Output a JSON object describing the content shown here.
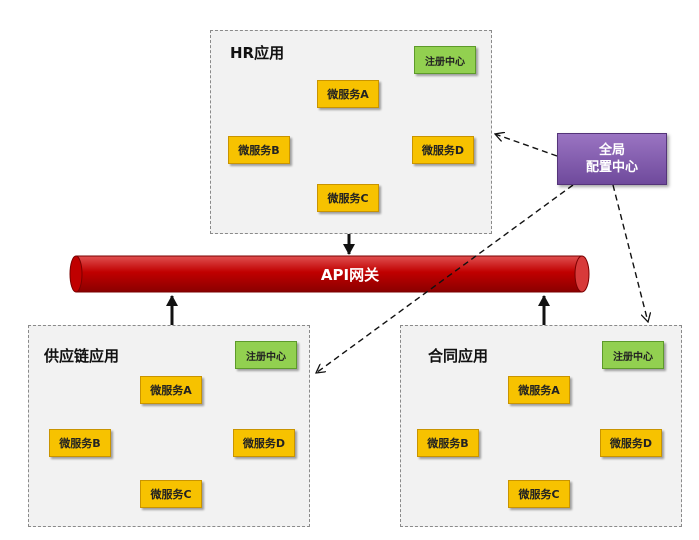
{
  "gateway": {
    "label": "API网关"
  },
  "global_config": {
    "line1": "全局",
    "line2": "配置中心"
  },
  "apps": [
    {
      "key": "hr",
      "title": "HR应用",
      "registry_label": "注册中心",
      "services": {
        "A": "微服务A",
        "B": "微服务B",
        "C": "微服务C",
        "D": "微服务D"
      }
    },
    {
      "key": "supply",
      "title": "供应链应用",
      "registry_label": "注册中心",
      "services": {
        "A": "微服务A",
        "B": "微服务B",
        "C": "微服务C",
        "D": "微服务D"
      }
    },
    {
      "key": "contract",
      "title": "合同应用",
      "registry_label": "注册中心",
      "services": {
        "A": "微服务A",
        "B": "微服务B",
        "C": "微服务C",
        "D": "微服务D"
      }
    }
  ],
  "colors": {
    "service_fill": "#f7c200",
    "registry_fill": "#92d050",
    "gateway_fill": "#c00000",
    "config_fill": "#7b58a8",
    "registration_arrow": "#e07b39"
  }
}
